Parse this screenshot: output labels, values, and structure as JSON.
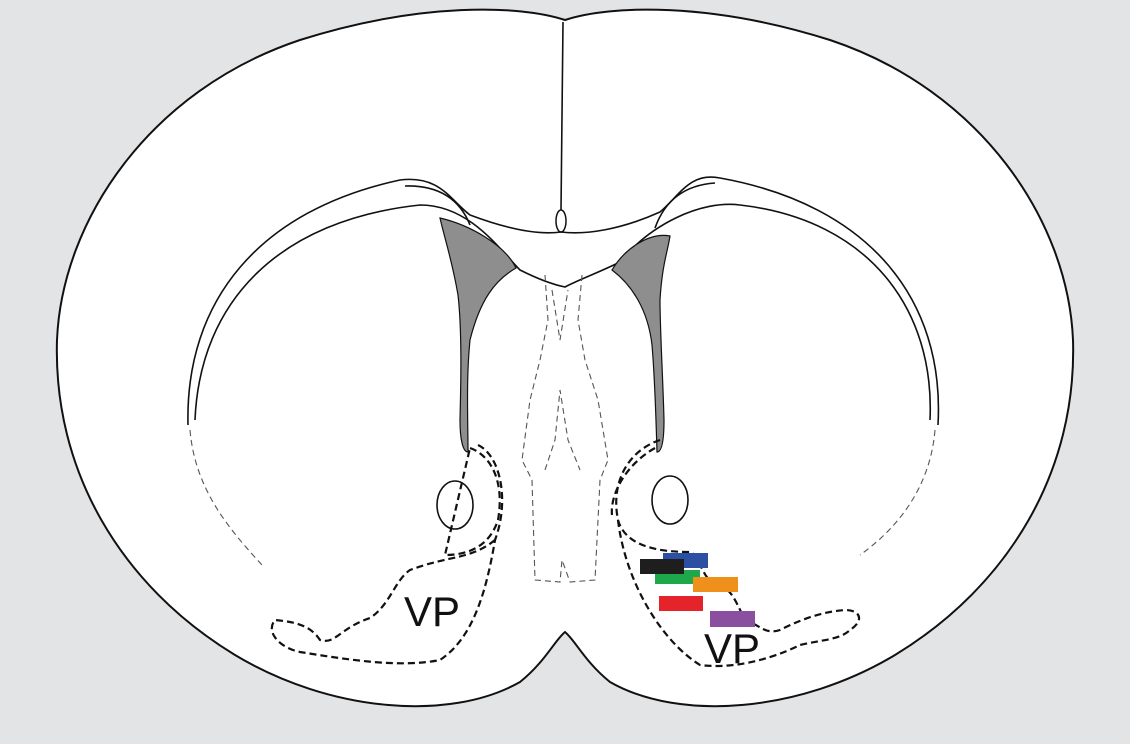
{
  "labels": {
    "left_region": "VP",
    "right_region": "VP"
  },
  "markers": [
    {
      "name": "blue",
      "color": "#2a4fa3"
    },
    {
      "name": "black",
      "color": "#1e1e1e"
    },
    {
      "name": "green",
      "color": "#1fa84a"
    },
    {
      "name": "orange",
      "color": "#f0901c"
    },
    {
      "name": "red",
      "color": "#e5232a"
    },
    {
      "name": "purple",
      "color": "#8a4f9e"
    }
  ],
  "colors": {
    "background": "#e3e4e6",
    "ventricle": "#8e8e8e"
  }
}
